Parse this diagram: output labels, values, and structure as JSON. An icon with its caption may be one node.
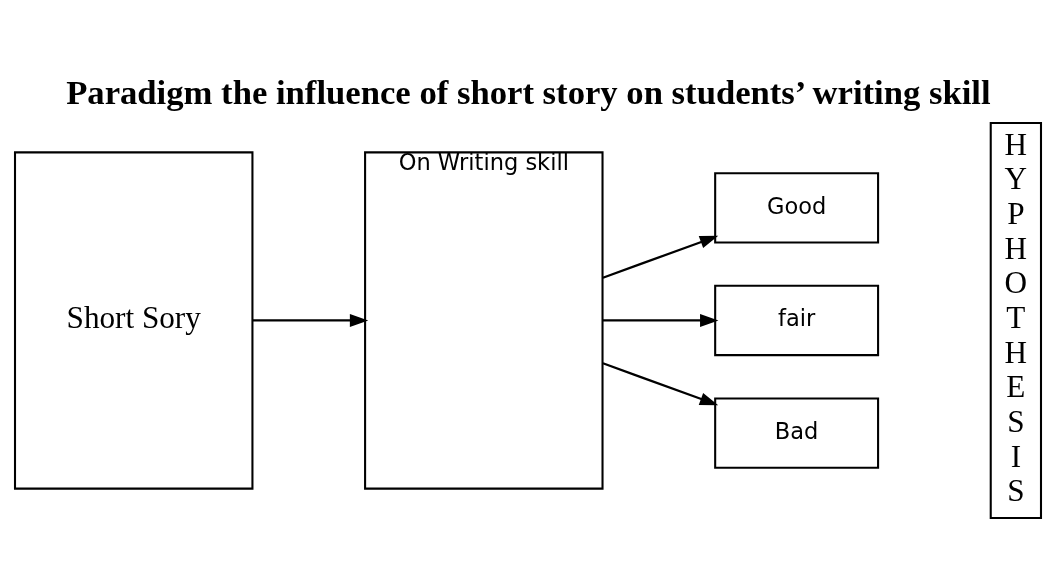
{
  "diagram": {
    "title": "Paradigm the influence of short story on students’ writing skill",
    "nodes": [
      {
        "text": [
          "Short Sory"
        ]
      },
      {
        "text": [
          "On Writing skill"
        ]
      },
      {
        "text": [
          "Good"
        ]
      },
      {
        "text": [
          "fair"
        ]
      },
      {
        "text": [
          "Bad"
        ]
      },
      {
        "text": [
          "H Y P H O T H E S I S"
        ]
      }
    ],
    "edges": [
      {
        "from": 0,
        "to": 1,
        "arrow": "to"
      },
      {
        "from": 1,
        "to": 2,
        "arrow": "to"
      },
      {
        "from": 1,
        "to": 3,
        "arrow": "to"
      },
      {
        "from": 1,
        "to": 4,
        "arrow": "to"
      }
    ]
  }
}
